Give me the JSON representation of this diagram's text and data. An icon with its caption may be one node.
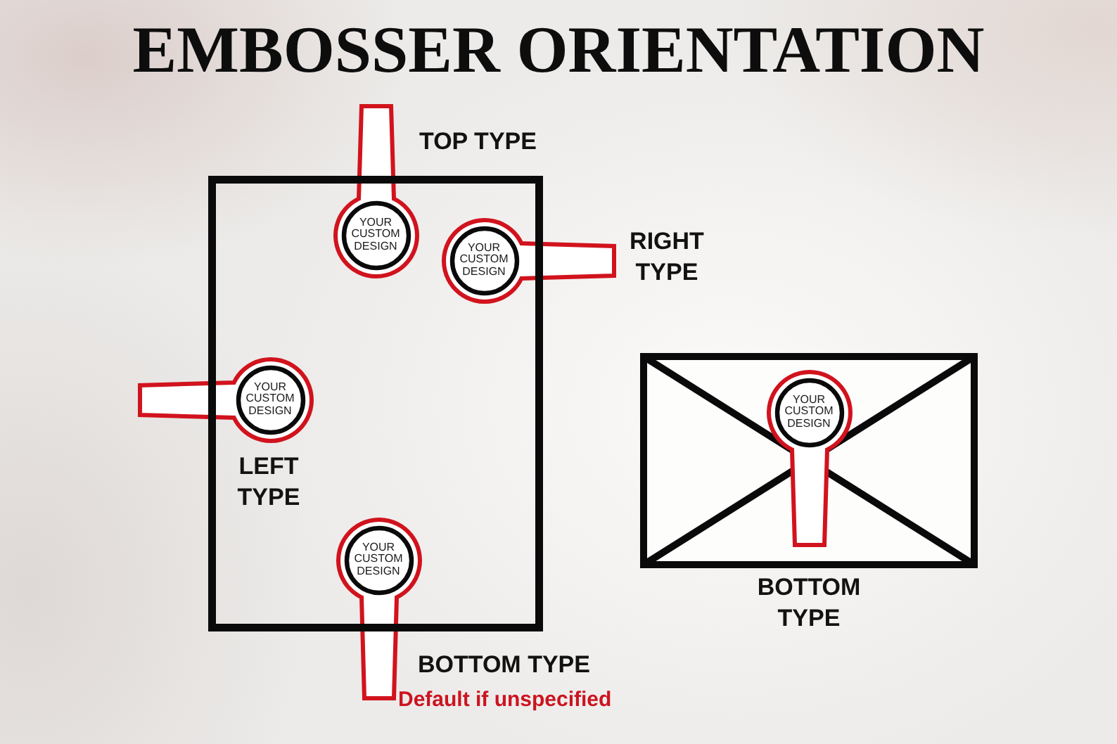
{
  "diagram": {
    "title": "EMBOSSER ORIENTATION",
    "nodes": [
      {
        "text": [
          "YOUR CUSTOM DESIGN"
        ],
        "beside": [
          "TOP TYPE"
        ]
      },
      {
        "text": [
          "YOUR CUSTOM DESIGN"
        ],
        "beside": [
          "RIGHT TYPE"
        ]
      },
      {
        "text": [
          "YOUR CUSTOM DESIGN"
        ],
        "beside": [
          "LEFT TYPE"
        ]
      },
      {
        "text": [
          "YOUR CUSTOM DESIGN"
        ],
        "beside": [
          "BOTTOM TYPE",
          "Default if unspecified"
        ]
      },
      {
        "text": [
          "YOUR CUSTOM DESIGN"
        ],
        "beside": [
          "BOTTOM TYPE"
        ]
      }
    ]
  }
}
